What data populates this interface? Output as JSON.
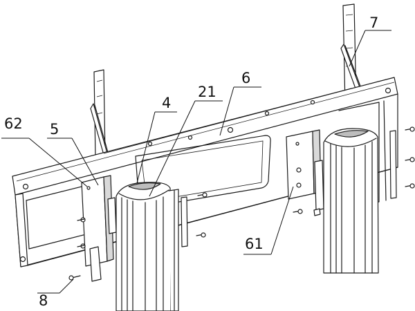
{
  "labels": {
    "l7": "7",
    "l6": "6",
    "l21": "21",
    "l4": "4",
    "l5": "5",
    "l62": "62",
    "l61": "61",
    "l8": "8"
  }
}
